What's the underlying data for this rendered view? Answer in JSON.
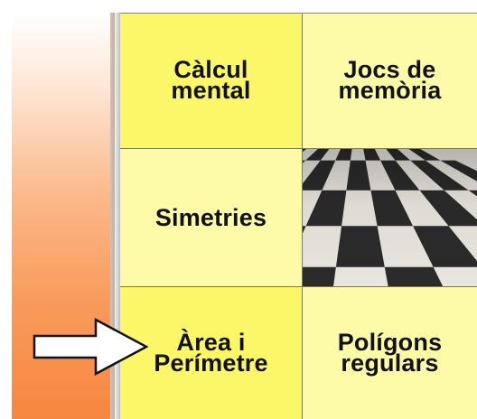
{
  "menu": {
    "tiles": [
      {
        "label": "Càlcul\nmental"
      },
      {
        "label": "Jocs de\nmemòria"
      },
      {
        "label": "Simetries"
      },
      {
        "label": ""
      },
      {
        "label": "Àrea i\nPerímetre"
      },
      {
        "label": "Polígons\nregulars"
      }
    ]
  },
  "colors": {
    "tile_bright": "#fbf768",
    "tile_light": "#fdfba8",
    "sidebar_gradient_end": "#f7873f"
  },
  "icons": {
    "pointer": "arrow-right-icon",
    "floor": "checkerboard-floor-image"
  }
}
